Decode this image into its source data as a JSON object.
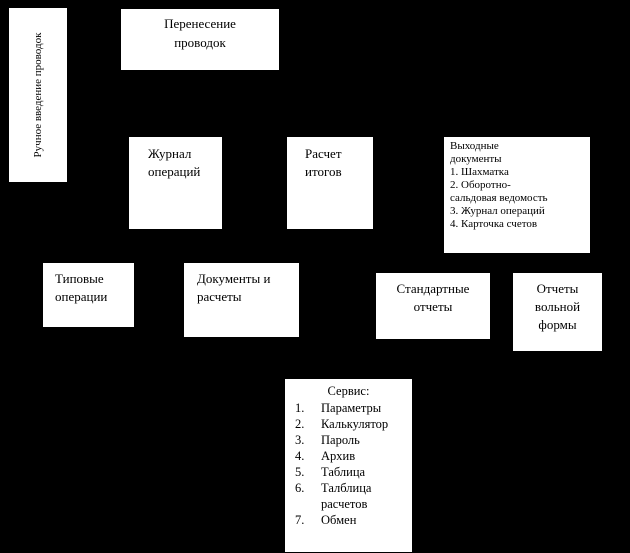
{
  "colors": {
    "background": "#000000",
    "box_fill": "#ffffff",
    "text": "#000000"
  },
  "boxes": {
    "manual_entry": {
      "label": "Ручное введение проводок"
    },
    "transfer": {
      "label": "Перенесение проводок"
    },
    "journal": {
      "label": "Журнал операций"
    },
    "totals": {
      "label": "Расчет итогов"
    },
    "output_docs": {
      "title": "Выходные\nдокументы",
      "items": [
        "1. Шахматка",
        "2. Оборотно-\nсальдовая ведомость",
        "3. Журнал операций",
        "4. Карточка счетов"
      ]
    },
    "typical_ops": {
      "label": "Типовые операции"
    },
    "docs_calcs": {
      "label": "Документы и расчеты"
    },
    "standard_reports": {
      "label": "Стандартные отчеты"
    },
    "free_form_reports": {
      "label": "Отчеты вольной формы"
    },
    "service": {
      "title": "Сервис:",
      "items": [
        {
          "num": "1.",
          "label": "Параметры"
        },
        {
          "num": "2.",
          "label": "Калькулятор"
        },
        {
          "num": "3.",
          "label": "Пароль"
        },
        {
          "num": "4.",
          "label": "Архив"
        },
        {
          "num": "5.",
          "label": "Таблица"
        },
        {
          "num": "6.",
          "label": "Талблица расчетов"
        },
        {
          "num": "7.",
          "label": "Обмен"
        }
      ]
    }
  }
}
